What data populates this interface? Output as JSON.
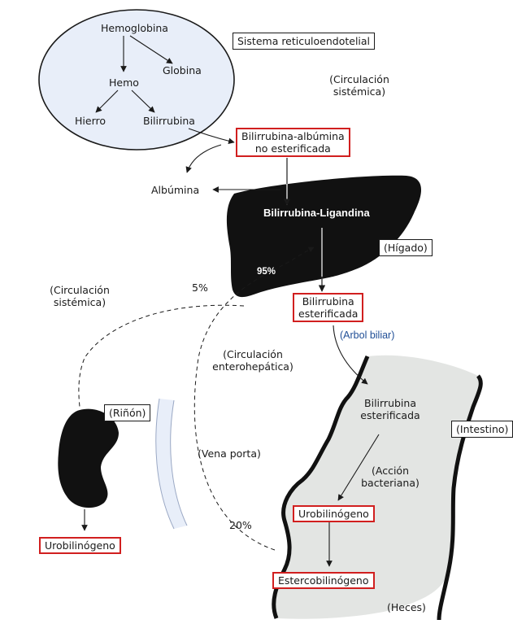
{
  "circle": {
    "hemoglobina": "Hemoglobina",
    "globina": "Globina",
    "hemo": "Hemo",
    "hierro": "Hierro",
    "bilirrubina": "Bilirrubina"
  },
  "sistema_reticulo": "Sistema reticuloendotelial",
  "circ_sistemica_top": [
    "(Circulación",
    "sistémica)"
  ],
  "bili_albumina": [
    "Bilirrubina-albúmina",
    "no esterificada"
  ],
  "albumina": "Albúmina",
  "ligandina": "Bilirrubina-Ligandina",
  "higado": "(Hígado)",
  "pct_95": "95%",
  "pct_5": "5%",
  "pct_20": "20%",
  "circ_sistemica_left": [
    "(Circulación",
    "sistémica)"
  ],
  "bili_esterificada_liver": [
    "Bilirrubina",
    "esterificada"
  ],
  "arbol_biliar": "(Arbol biliar)",
  "circ_entero": [
    "(Circulación",
    "enterohepática)"
  ],
  "rinon": "(Riñón)",
  "bili_esterificada_intestine": [
    "Bilirrubina",
    "esterificada"
  ],
  "intestino": "(Intestino)",
  "vena_porta": "(Vena porta)",
  "accion_bacteriana": [
    "(Acción",
    "bacteriana)"
  ],
  "urobilinogeno_int": "Urobilinógeno",
  "urobilinogeno_kid": "Urobilinógeno",
  "estercobilinogeno": "Estercobilinógeno",
  "heces": "(Heces)",
  "colors": {
    "red_box": "#d11f1f",
    "circle_fill": "#e8eef9",
    "liver": "#111111",
    "intestine_fill": "#e3e5e3",
    "blue_text": "#1f4e96"
  }
}
